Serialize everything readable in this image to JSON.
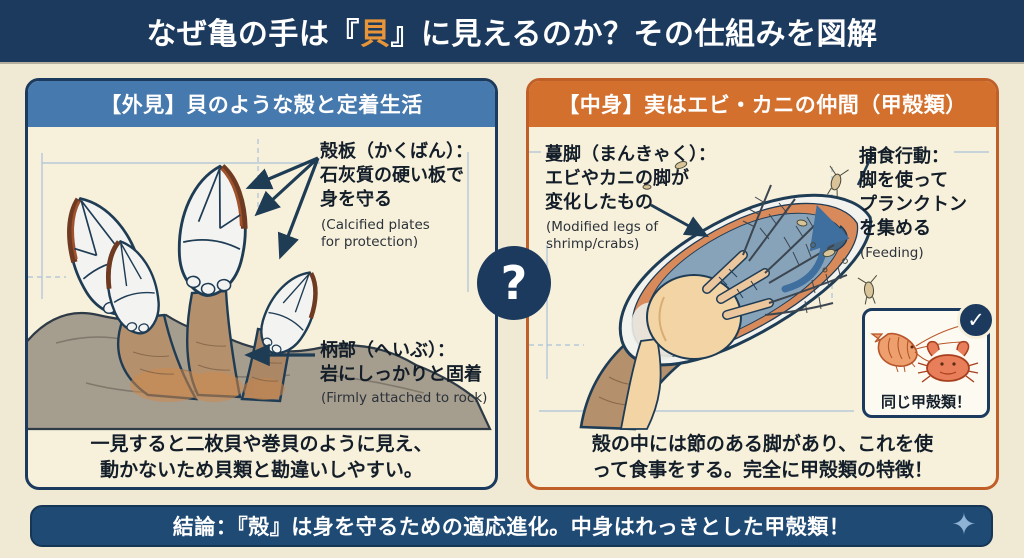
{
  "colors": {
    "navy": "#1c3a5e",
    "panel_blue": "#4679ad",
    "panel_orange": "#d4702d",
    "highlight_orange": "#e8953a",
    "background_cream": "#f0ead4",
    "panel_cream": "#f7f1dc",
    "grid_blue": "#a9c2d8",
    "feeding_arrow_blue": "#3f6f9f",
    "conclusion_navy": "#1f4a74"
  },
  "header": {
    "title_prefix": "なぜ亀の手は『",
    "title_highlight": "貝",
    "title_suffix": "』に見えるのか？その仕組みを図解"
  },
  "left_panel": {
    "title": "【外見】貝のような殻と定着生活",
    "shell_plate_jp": "殻板（かくばん）：\n石灰質の硬い板で\n身を守る",
    "shell_plate_en": "(Calcified plates\nfor protection)",
    "stalk_jp": "柄部（へいぶ）：\n岩にしっかりと固着",
    "stalk_en": "(Firmly attached to rock)",
    "caption": "一見すると二枚貝や巻貝のように見え、\n動かないため貝類と勘違いしやすい。"
  },
  "divider": {
    "question_mark": "?"
  },
  "right_panel": {
    "title": "【中身】実はエビ・カニの仲間（甲殻類）",
    "cirri_jp": "蔓脚（まんきゃく）：\nエビやカニの脚が\n変化したもの",
    "cirri_en": "(Modified legs of\nshrimp/crabs)",
    "feeding_jp": "捕食行動：\n脚を使って\nプランクトン\nを集める",
    "feeding_en": "(Feeding)",
    "crustacean_box": {
      "label": "同じ甲殻類！",
      "check": "✓"
    },
    "caption": "殻の中には節のある脚があり、これを使\nって食事をする。完全に甲殻類の特徴！"
  },
  "conclusion": {
    "text": "結論：『殻』は身を守るための適応進化。中身はれっきとした甲殻類！",
    "sparkle": "✦"
  }
}
